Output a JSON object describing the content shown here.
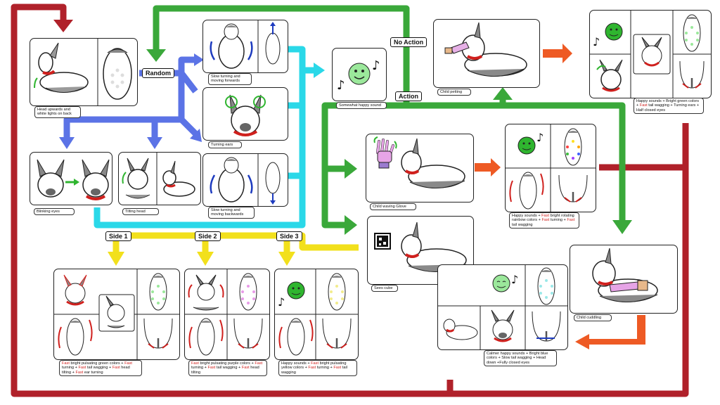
{
  "labels": {
    "random": "Random",
    "no_action": "No Action",
    "action": "Action",
    "side1": "Side 1",
    "side2": "Side 2",
    "side3": "Side 3"
  },
  "captions": {
    "head_upwards": "Head upwards and white lights on back",
    "blinking": "Blinking eyes",
    "tilting": "Tilting head",
    "slow_forward": "Slow turning and moving forwards",
    "turning_ears": "Turning ears",
    "slow_backward": "Slow turning and moving backwards",
    "somewhat_happy": "Somewhat happy sound",
    "child_petting": "Child petting",
    "petting_result": "Happy sounds + Bright green colors + Fast tail wagging + Turning ears + Half closed eyes",
    "child_glove": "Child waving Glove",
    "glove_result": "Happy sounds + Fast bright rotating rainbow colors + Fast turning + Fast tail wagging",
    "sees_cube": "Sees cube",
    "child_cuddling": "Child cuddling",
    "cuddle_result": "Calmer happy sounds + Bright blue colors + Slow tail wagging + Head down +Fully closed eyes",
    "side1_result": "Fast bright pulsating green colors + Fast turning + Fast tail wagging + Fast head tilting + Fast ear turning",
    "side2_result": "Fast bright pulsating purple colors + Fast turning + Fast tail wagging + Fast head tilting",
    "side3_result": "Happy sounds + Fast bright pulsating yellow colors + Fast turning + Fast tail wagging"
  },
  "colors": {
    "red_path": "#b0212a",
    "green_path": "#3aa83a",
    "blue_path": "#5b73e6",
    "cyan_path": "#2ad8e8",
    "yellow_path": "#f2e01c",
    "orange_arrow": "#ee5a24",
    "happy_face": "#2fb52f",
    "calm_face": "#9be89b"
  },
  "icons": [
    "robot-dog-icon",
    "music-note-icon",
    "smiley-icon",
    "glove-icon",
    "cube-icon",
    "rotation-arrow-icon",
    "tail-icon"
  ]
}
